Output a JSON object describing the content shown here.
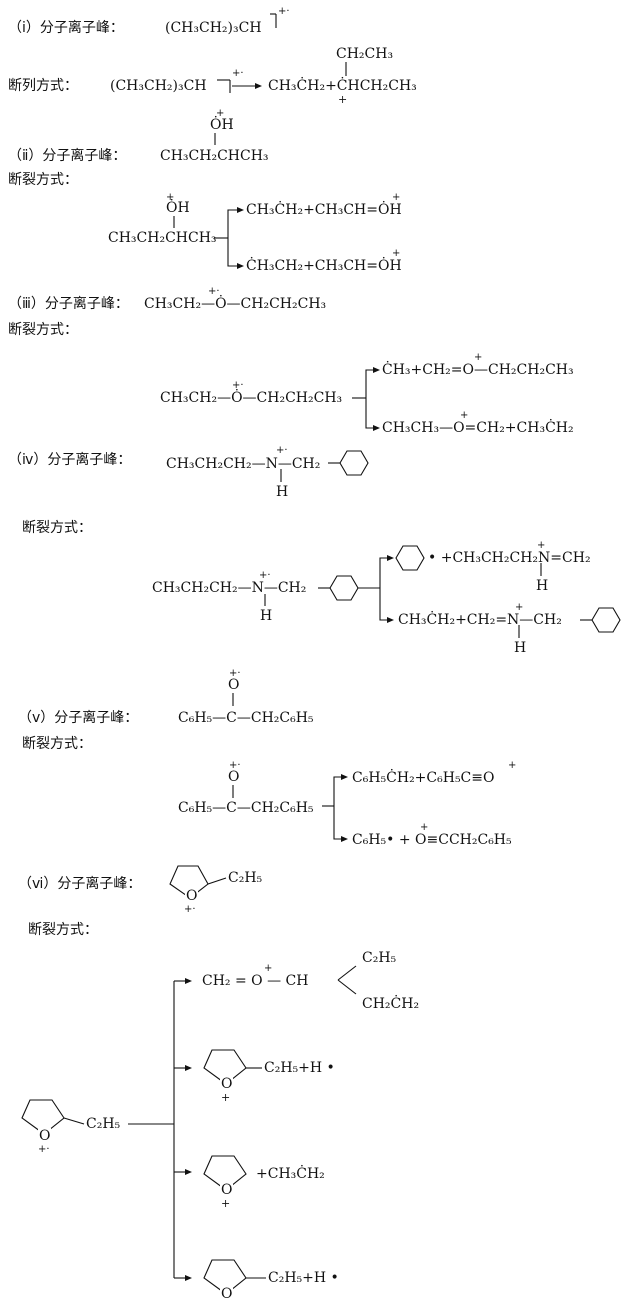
{
  "labels": {
    "i_peak": "（ⅰ）分子离子峰：",
    "i_mode": "断列方式：",
    "ii_peak": "（ⅱ）分子离子峰：",
    "ii_mode": "断裂方式：",
    "iii_peak": "（ⅲ）分子离子峰：",
    "iii_mode": "断裂方式：",
    "iv_peak": "（ⅳ）分子离子峰：",
    "iv_mode": "断裂方式：",
    "v_peak": "（ⅴ）分子离子峰：",
    "v_mode": "断裂方式：",
    "vi_peak": "（ⅵ）分子离子峰：",
    "vi_mode": "断裂方式："
  },
  "formulas": {
    "i_ion": "(CH₃CH₂)₃CH",
    "i_ion_charge": "+·",
    "i_react": "(CH₃CH₂)₃CH",
    "i_react_charge": "+·",
    "i_top": "CH₂CH₃",
    "i_prod": "CH₃ĊH₂+ĊHCH₂CH₃",
    "i_plus": "+",
    "ii_top": "ȮH",
    "ii_plus": "+",
    "ii_main": "CH₃CH₂CHCH₃",
    "ii_react_top": "ȮH",
    "ii_react_plus": "+",
    "ii_react": "CH₃CH₂CHCH₃",
    "ii_p1": "CH₃ĊH₂+CH₃CH=ȮH",
    "ii_p1_plus": "+",
    "ii_p2": "ĊH₃CH₂+CH₃CH=ȮH",
    "ii_p2_plus": "+",
    "iii_ion": "CH₃CH₂—Ȯ—CH₂CH₂CH₃",
    "iii_ion_charge": "+·",
    "iii_react": "CH₃CH₂—Ȯ—CH₂CH₂CH₃",
    "iii_react_charge": "+·",
    "iii_p1": "ĊH₃+CH₂=O—CH₂CH₂CH₃",
    "iii_p1_plus": "+",
    "iii_p2": "CH₃CH₃—O=CH₂+CH₃ĊH₂",
    "iii_p2_plus": "+",
    "iv_ion": "CH₃CH₂CH₂—N—CH₂",
    "iv_ion_charge": "+·",
    "iv_ion_h": "H",
    "iv_react": "CH₃CH₂CH₂—N—CH₂",
    "iv_react_charge": "+·",
    "iv_react_h": "H",
    "iv_p1": "• +CH₃CH₂CH₂N=CH₂",
    "iv_p1_plus": "+",
    "iv_p1_h": "H",
    "iv_p2": "CH₃ĊH₂+CH₂=N—CH₂",
    "iv_p2_plus": "+",
    "iv_p2_h": "H",
    "v_o": "O",
    "v_o_charge": "+·",
    "v_ion": "C₆H₅—C—CH₂C₆H₅",
    "v_react_o": "O",
    "v_react_o_charge": "+·",
    "v_react": "C₆H₅—C—CH₂C₆H₅",
    "v_p1": "C₆H₅ĊH₂+C₆H₅C≡O",
    "v_p1_plus": "+",
    "v_p2": "C₆H₅• + O≡CCH₂C₆H₅",
    "v_p2_plus": "+",
    "vi_ion_sub": "C₂H₅",
    "vi_ion_o": "O",
    "vi_ion_charge": "+·",
    "vi_react_sub": "C₂H₅",
    "vi_react_o": "O",
    "vi_react_charge": "+·",
    "vi_p1": "CH₂ = O — CH",
    "vi_p1_plus": "+",
    "vi_p1_top": "C₂H₅",
    "vi_p1_bot": "CH₂ĊH₂",
    "vi_p2_sub": "C₂H₅+H •",
    "vi_p2_o": "O",
    "vi_p2_plus": "+",
    "vi_p3_sub": "+CH₃ĊH₂",
    "vi_p3_o": "O",
    "vi_p3_plus": "+",
    "vi_p4_sub": "C₂H₅+H •",
    "vi_p4_o": "O"
  }
}
